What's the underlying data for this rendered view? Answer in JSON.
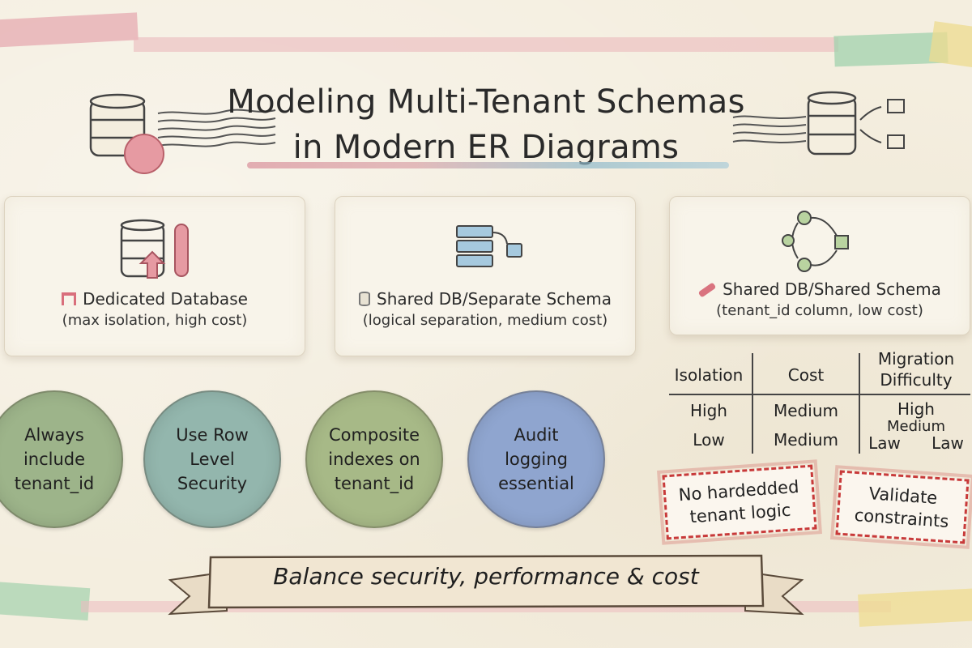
{
  "title": {
    "line1": "Modeling Multi-Tenant Schemas",
    "line2": "in Modern ER Diagrams"
  },
  "cards": [
    {
      "label": "Dedicated Database",
      "sub": "(max isolation, high cost)",
      "icon": "database-icon"
    },
    {
      "label": "Shared DB/Separate Schema",
      "sub": "(logical separation, medium cost)",
      "icon": "schema-tables-icon"
    },
    {
      "label": "Shared DB/Shared Schema",
      "sub": "(tenant_id column, low cost)",
      "icon": "cycle-nodes-icon"
    }
  ],
  "tips": [
    {
      "line1": "Always",
      "line2": "include",
      "line3": "tenant_id",
      "color": "#9db48a"
    },
    {
      "line1": "Use Row",
      "line2": "Level",
      "line3": "Security",
      "color": "#93b6ad"
    },
    {
      "line1": "Composite",
      "line2": "indexes on",
      "line3": "tenant_id",
      "color": "#a7b987"
    },
    {
      "line1": "Audit",
      "line2": "logging",
      "line3": "essential",
      "color": "#8fa5cf"
    }
  ],
  "table": {
    "headers": [
      "Isolation",
      "Cost",
      "Migration",
      "Difficulty"
    ],
    "row1": [
      "High",
      "Medium",
      "High"
    ],
    "row2": [
      "Low",
      "Medium",
      "Medium"
    ],
    "row3_right": [
      "Law",
      "Law"
    ]
  },
  "stamps": [
    {
      "line1": "No hardedded",
      "line2": "tenant logic"
    },
    {
      "line1": "Validate",
      "line2": "constraints"
    }
  ],
  "banner": "Balance security, performance & cost",
  "colors": {
    "accent_red": "#c83a3a",
    "tape_pink": "#e3a7ad",
    "tape_green": "#9fcfa9",
    "tape_yellow": "#efd98a"
  }
}
